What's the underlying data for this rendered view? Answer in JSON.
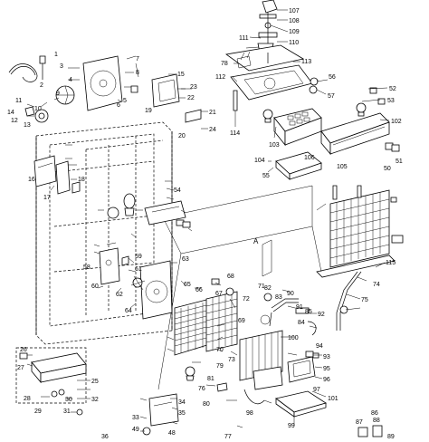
{
  "diagram": {
    "callouts": [
      "107",
      "108",
      "109",
      "110",
      "111",
      "113",
      "112",
      "114",
      "103",
      "102",
      "104",
      "105",
      "106",
      "115",
      "56",
      "57",
      "52",
      "53",
      "54",
      "55",
      "51",
      "50",
      "1",
      "2",
      "3",
      "4",
      "5",
      "6",
      "7",
      "8",
      "9",
      "10",
      "11",
      "12",
      "13",
      "14",
      "15",
      "16",
      "17",
      "18",
      "19",
      "20",
      "21",
      "22",
      "23",
      "24",
      "25",
      "26",
      "27",
      "28",
      "29",
      "30",
      "31",
      "32",
      "33",
      "34",
      "35",
      "36",
      "48",
      "49",
      "58",
      "59",
      "60",
      "61",
      "62",
      "63",
      "64",
      "65",
      "66",
      "67",
      "68",
      "69",
      "70",
      "71",
      "72",
      "73",
      "74",
      "75",
      "76",
      "77",
      "78",
      "79",
      "80",
      "81",
      "82",
      "83",
      "84",
      "85",
      "86",
      "87",
      "88",
      "89",
      "90",
      "91",
      "92",
      "93",
      "94",
      "95",
      "96",
      "97",
      "98",
      "99",
      "100",
      "101"
    ],
    "section_marker": "A"
  }
}
